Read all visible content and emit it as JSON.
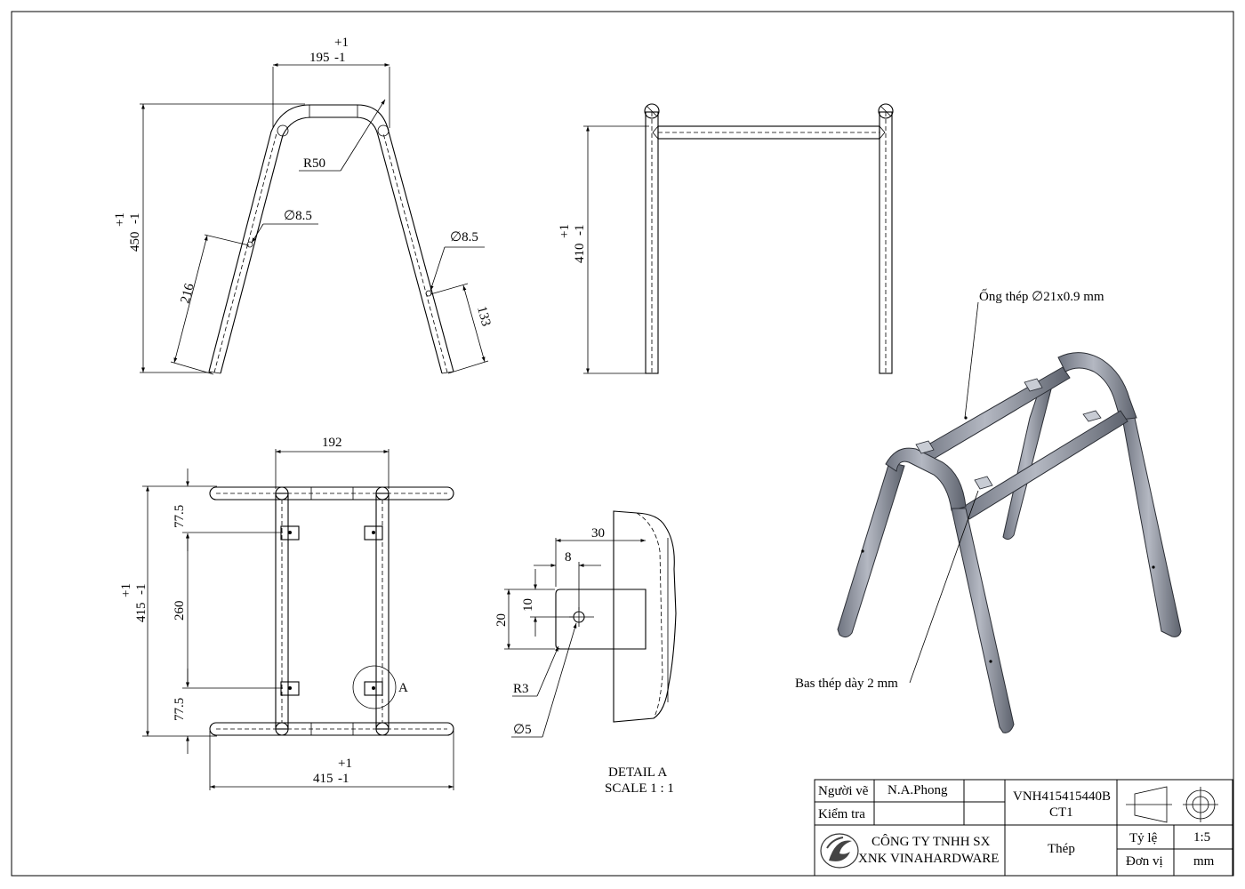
{
  "front_view": {
    "width_nominal": "195",
    "width_tol_upper": "+1",
    "width_tol_lower": "-1",
    "height_nominal": "450",
    "height_tol_upper": "+1",
    "height_tol_lower": "-1",
    "bend_radius": "R50",
    "hole_left": "∅8.5",
    "hole_right": "∅8.5",
    "hole_left_height": "216",
    "hole_right_height": "133"
  },
  "side_view": {
    "height_nominal": "410",
    "height_tol_upper": "+1",
    "height_tol_lower": "-1"
  },
  "top_view": {
    "inner_width": "192",
    "edge_spacing_top": "77.5",
    "middle_spacing": "260",
    "edge_spacing_bottom": "77.5",
    "depth_nominal": "415",
    "depth_tol_upper": "+1",
    "depth_tol_lower": "-1",
    "length_nominal": "415",
    "length_tol_upper": "+1",
    "length_tol_lower": "-1",
    "detail_marker": "A"
  },
  "detail_a": {
    "dim_30": "30",
    "dim_8": "8",
    "dim_10": "10",
    "dim_20": "20",
    "radius": "R3",
    "hole": "∅5",
    "title": "DETAIL A",
    "scale": "SCALE 1 : 1"
  },
  "iso_view": {
    "tube_callout": "Ống thép ∅21x0.9 mm",
    "plate_callout": "Bas thép dày 2 mm"
  },
  "title_block": {
    "drawn_by_label": "Người vẽ",
    "drawn_by_name": "N.A.Phong",
    "checked_label": "Kiểm tra",
    "checked_name": "",
    "part_code": "VNH415415440B",
    "part_sub": "CT1",
    "company_line1": "CÔNG TY TNHH SX",
    "company_line2": "XNK VINAHARDWARE",
    "material": "Thép",
    "scale_label": "Tỷ lệ",
    "scale_value": "1:5",
    "unit_label": "Đơn vị",
    "unit_value": "mm"
  }
}
